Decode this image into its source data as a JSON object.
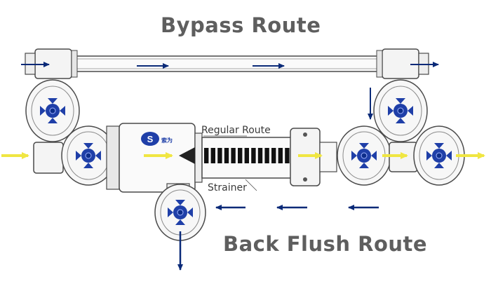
{
  "titles": {
    "bypass_route": "Bypass Route",
    "back_flush_route": "Back Flush Route"
  },
  "labels": {
    "regular_route": "Regular Route",
    "strainer": "Strainer"
  },
  "logo": {
    "mark": "S",
    "text": "索为"
  },
  "colors": {
    "outline": "#4a4a4a",
    "valve_blue": "#1f3fa8",
    "valve_center": "#0d2d8a",
    "arrow_navy": "#0a2a78",
    "flow_yellow": "#f0e642",
    "title_gray": "#5e5e5e",
    "element_black": "#111111"
  }
}
